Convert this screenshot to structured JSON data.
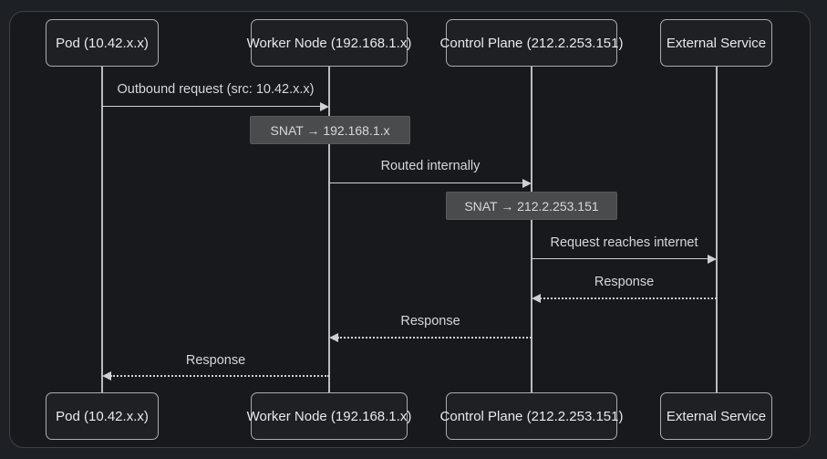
{
  "diagram": {
    "type": "sequence",
    "actors": [
      {
        "id": "pod",
        "label": "Pod (10.42.x.x)"
      },
      {
        "id": "worker-node",
        "label": "Worker Node (192.168.1.x)"
      },
      {
        "id": "control-plane",
        "label": "Control Plane (212.2.253.151)"
      },
      {
        "id": "external-service",
        "label": "External Service"
      }
    ],
    "messages": [
      {
        "kind": "message",
        "from": "pod",
        "to": "worker-node",
        "style": "solid",
        "label": "Outbound request (src: 10.42.x.x)"
      },
      {
        "kind": "note",
        "over": "worker-node",
        "label": "SNAT → 192.168.1.x"
      },
      {
        "kind": "message",
        "from": "worker-node",
        "to": "control-plane",
        "style": "solid",
        "label": "Routed internally"
      },
      {
        "kind": "note",
        "over": "control-plane",
        "label": "SNAT → 212.2.253.151"
      },
      {
        "kind": "message",
        "from": "control-plane",
        "to": "external-service",
        "style": "solid",
        "label": "Request reaches internet"
      },
      {
        "kind": "message",
        "from": "external-service",
        "to": "control-plane",
        "style": "dashed",
        "label": "Response"
      },
      {
        "kind": "message",
        "from": "control-plane",
        "to": "worker-node",
        "style": "dashed",
        "label": "Response"
      },
      {
        "kind": "message",
        "from": "worker-node",
        "to": "pod",
        "style": "dashed",
        "label": "Response"
      }
    ]
  },
  "colors": {
    "pageBg": "#1d2024",
    "frameBg": "#17191d",
    "frameBorder": "#3e4147",
    "actorFill": "#1e2023",
    "actorBorder": "#a9abad",
    "actorText": "#e9e9ea",
    "lifeline": "#b9bbbd",
    "arrow": "#cfd0d2",
    "msgText": "#d6d7d8",
    "noteFill": "#4a4b4d",
    "noteBorder": "#58595b",
    "noteText": "#d8d8d9"
  }
}
